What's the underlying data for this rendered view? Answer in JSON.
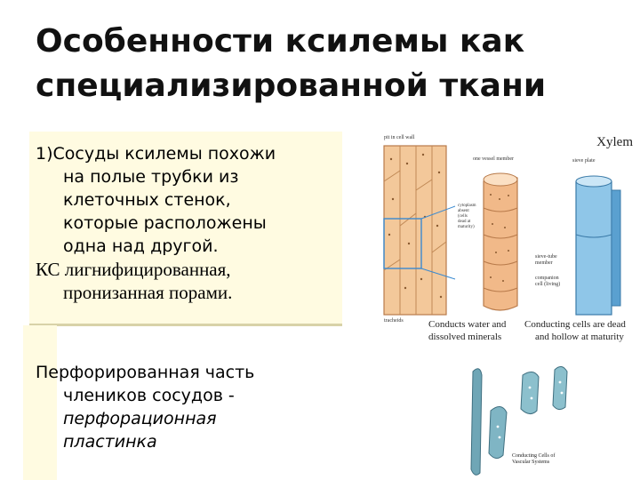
{
  "slide": {
    "title_lines": [
      "Особенности ксилемы как",
      "специализированной ткани"
    ],
    "para1": {
      "lines": [
        "1)Сосуды ксилемы похожи",
        "на полые трубки из",
        "клеточных стенок,",
        "которые расположены",
        "одна над другой."
      ],
      "line2": [
        "КС лигнифицированная,",
        "пронизанная порами."
      ]
    },
    "para2": {
      "lines": [
        "Перфорированная часть",
        "члеников сосудов -"
      ],
      "italic_lines": [
        "перфорационная",
        "пластинка"
      ]
    }
  },
  "diagram": {
    "heading": "Xylem",
    "labels": {
      "pit": "pit in cell wall",
      "one_vessel": "one vessel member",
      "sieve_plate": "sieve plate",
      "cytoplasm": [
        "cytoplasm",
        "absent",
        "(cells",
        "dead at",
        "maturity)"
      ],
      "sieve_tube": [
        "sieve-tube",
        "member"
      ],
      "companion": [
        "companion",
        "cell (living)"
      ],
      "tracheids": "tracheids"
    },
    "caption_left": [
      "Conducts water and",
      "dissolved minerals"
    ],
    "caption_right": [
      "Conducting cells are dead",
      "and hollow at maturity"
    ]
  },
  "bottom_image": {
    "caption": [
      "Conducting Cells of",
      "Vascular Systems"
    ]
  }
}
